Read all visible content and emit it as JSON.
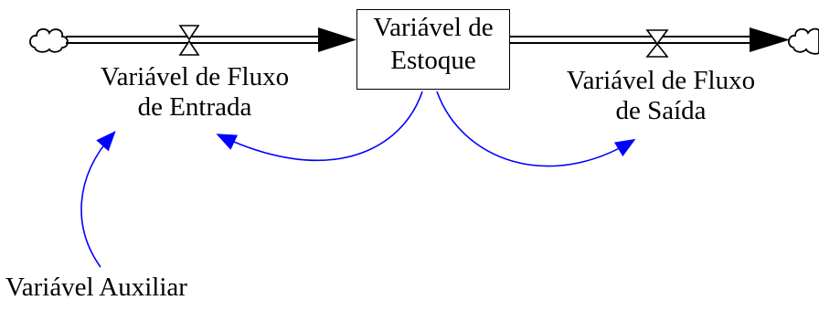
{
  "diagram": {
    "stock": {
      "line1": "Variável de",
      "line2": "Estoque"
    },
    "inflow": {
      "line1": "Variável de Fluxo",
      "line2": "de Entrada"
    },
    "outflow": {
      "line1": "Variável de Fluxo",
      "line2": "de Saída"
    },
    "auxiliary": {
      "label": "Variável Auxiliar"
    }
  },
  "colors": {
    "link": "#0000ff",
    "flow": "#000000",
    "background": "#ffffff"
  },
  "icons": {
    "source": "cloud-icon",
    "sink": "cloud-icon",
    "valve": "hourglass-valve-icon"
  }
}
